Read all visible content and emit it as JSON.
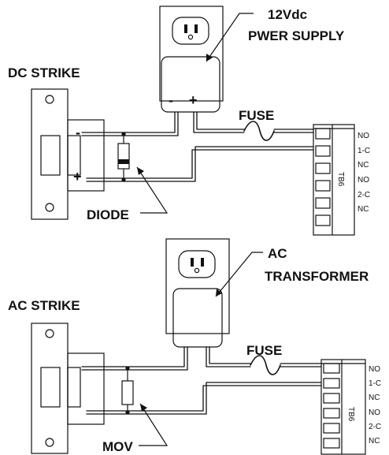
{
  "dc_circuit": {
    "strike_label": "DC STRIKE",
    "strike_minus": "-",
    "strike_plus": "+",
    "supply_label_line1": "12Vdc",
    "supply_label_line2": "PWER SUPPLY",
    "supply_minus": "-",
    "supply_plus": "+",
    "fuse_label": "FUSE",
    "diode_label": "DIODE",
    "tb_label": "TB6",
    "terminals": [
      "NO",
      "1-C",
      "NC",
      "NO",
      "2-C",
      "NC"
    ]
  },
  "ac_circuit": {
    "strike_label": "AC STRIKE",
    "transformer_label_line1": "AC",
    "transformer_label_line2": "TRANSFORMER",
    "fuse_label": "FUSE",
    "mov_label": "MOV",
    "tb_label": "TB6",
    "terminals": [
      "NO",
      "1-C",
      "NC",
      "NO",
      "2-C",
      "NC"
    ]
  }
}
